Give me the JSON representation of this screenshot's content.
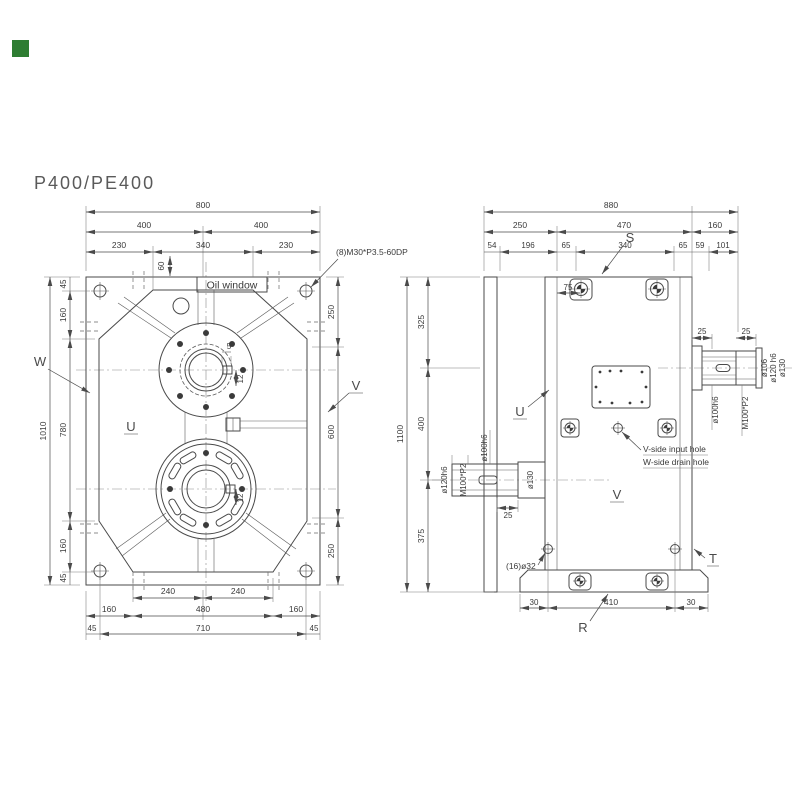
{
  "title": "P400/PE400",
  "colors": {
    "corner_square": "#2e7d32",
    "line": "#4a4a4a",
    "text": "#3a3a3a"
  },
  "front_view": {
    "oil_window": "Oil window",
    "note_bolt": "(8)M30*P3.5-60DP",
    "label_w": "W",
    "label_u": "U",
    "label_v": "V",
    "dims": {
      "top1": "800",
      "top2a": "400",
      "top2b": "400",
      "top3a": "230",
      "top3b": "340",
      "top3c": "230",
      "offset60": "60",
      "left_outer": "1010",
      "leftA": "45",
      "leftB": "160",
      "leftC": "780",
      "leftD": "160",
      "leftE": "45",
      "right1": "250",
      "right2": "600",
      "right3": "250",
      "key5": "5",
      "key12a": "12",
      "key12b": "12",
      "bot1a": "240",
      "bot1b": "240",
      "bot2a": "160",
      "bot2b": "480",
      "bot2c": "160",
      "bot3a": "45",
      "bot3b": "710",
      "bot3c": "45"
    }
  },
  "side_view": {
    "label_s": "S",
    "label_u": "U",
    "label_v": "V",
    "label_r": "R",
    "label_t": "T",
    "note_feet_holes": "(16)ø32",
    "note_input_hole": "V-side input hole",
    "note_drain_hole": "W-side drain hole",
    "dims": {
      "top1": "880",
      "top2a": "250",
      "top2b": "470",
      "top2c": "160",
      "top3a": "54",
      "top3b": "196",
      "top3c": "65",
      "top3d": "340",
      "top3e": "65",
      "top3f": "59",
      "top3g": "101",
      "bolt75": "75",
      "left_outer": "1100",
      "leftA": "325",
      "leftB": "400",
      "leftC": "375",
      "bot_a": "30",
      "bot_b": "410",
      "bot_c": "30",
      "out25a": "25",
      "out25b": "25",
      "out_d106": "ø106",
      "out_d120": "ø120 h6",
      "out_d130": "ø130",
      "out_bore": "ø100h6",
      "out_thread": "M100*P2",
      "in_d120": "ø120h6",
      "in_thread": "M100*P2",
      "in_bore": "ø100h6",
      "in_boss130": "ø130",
      "in25": "25"
    }
  }
}
